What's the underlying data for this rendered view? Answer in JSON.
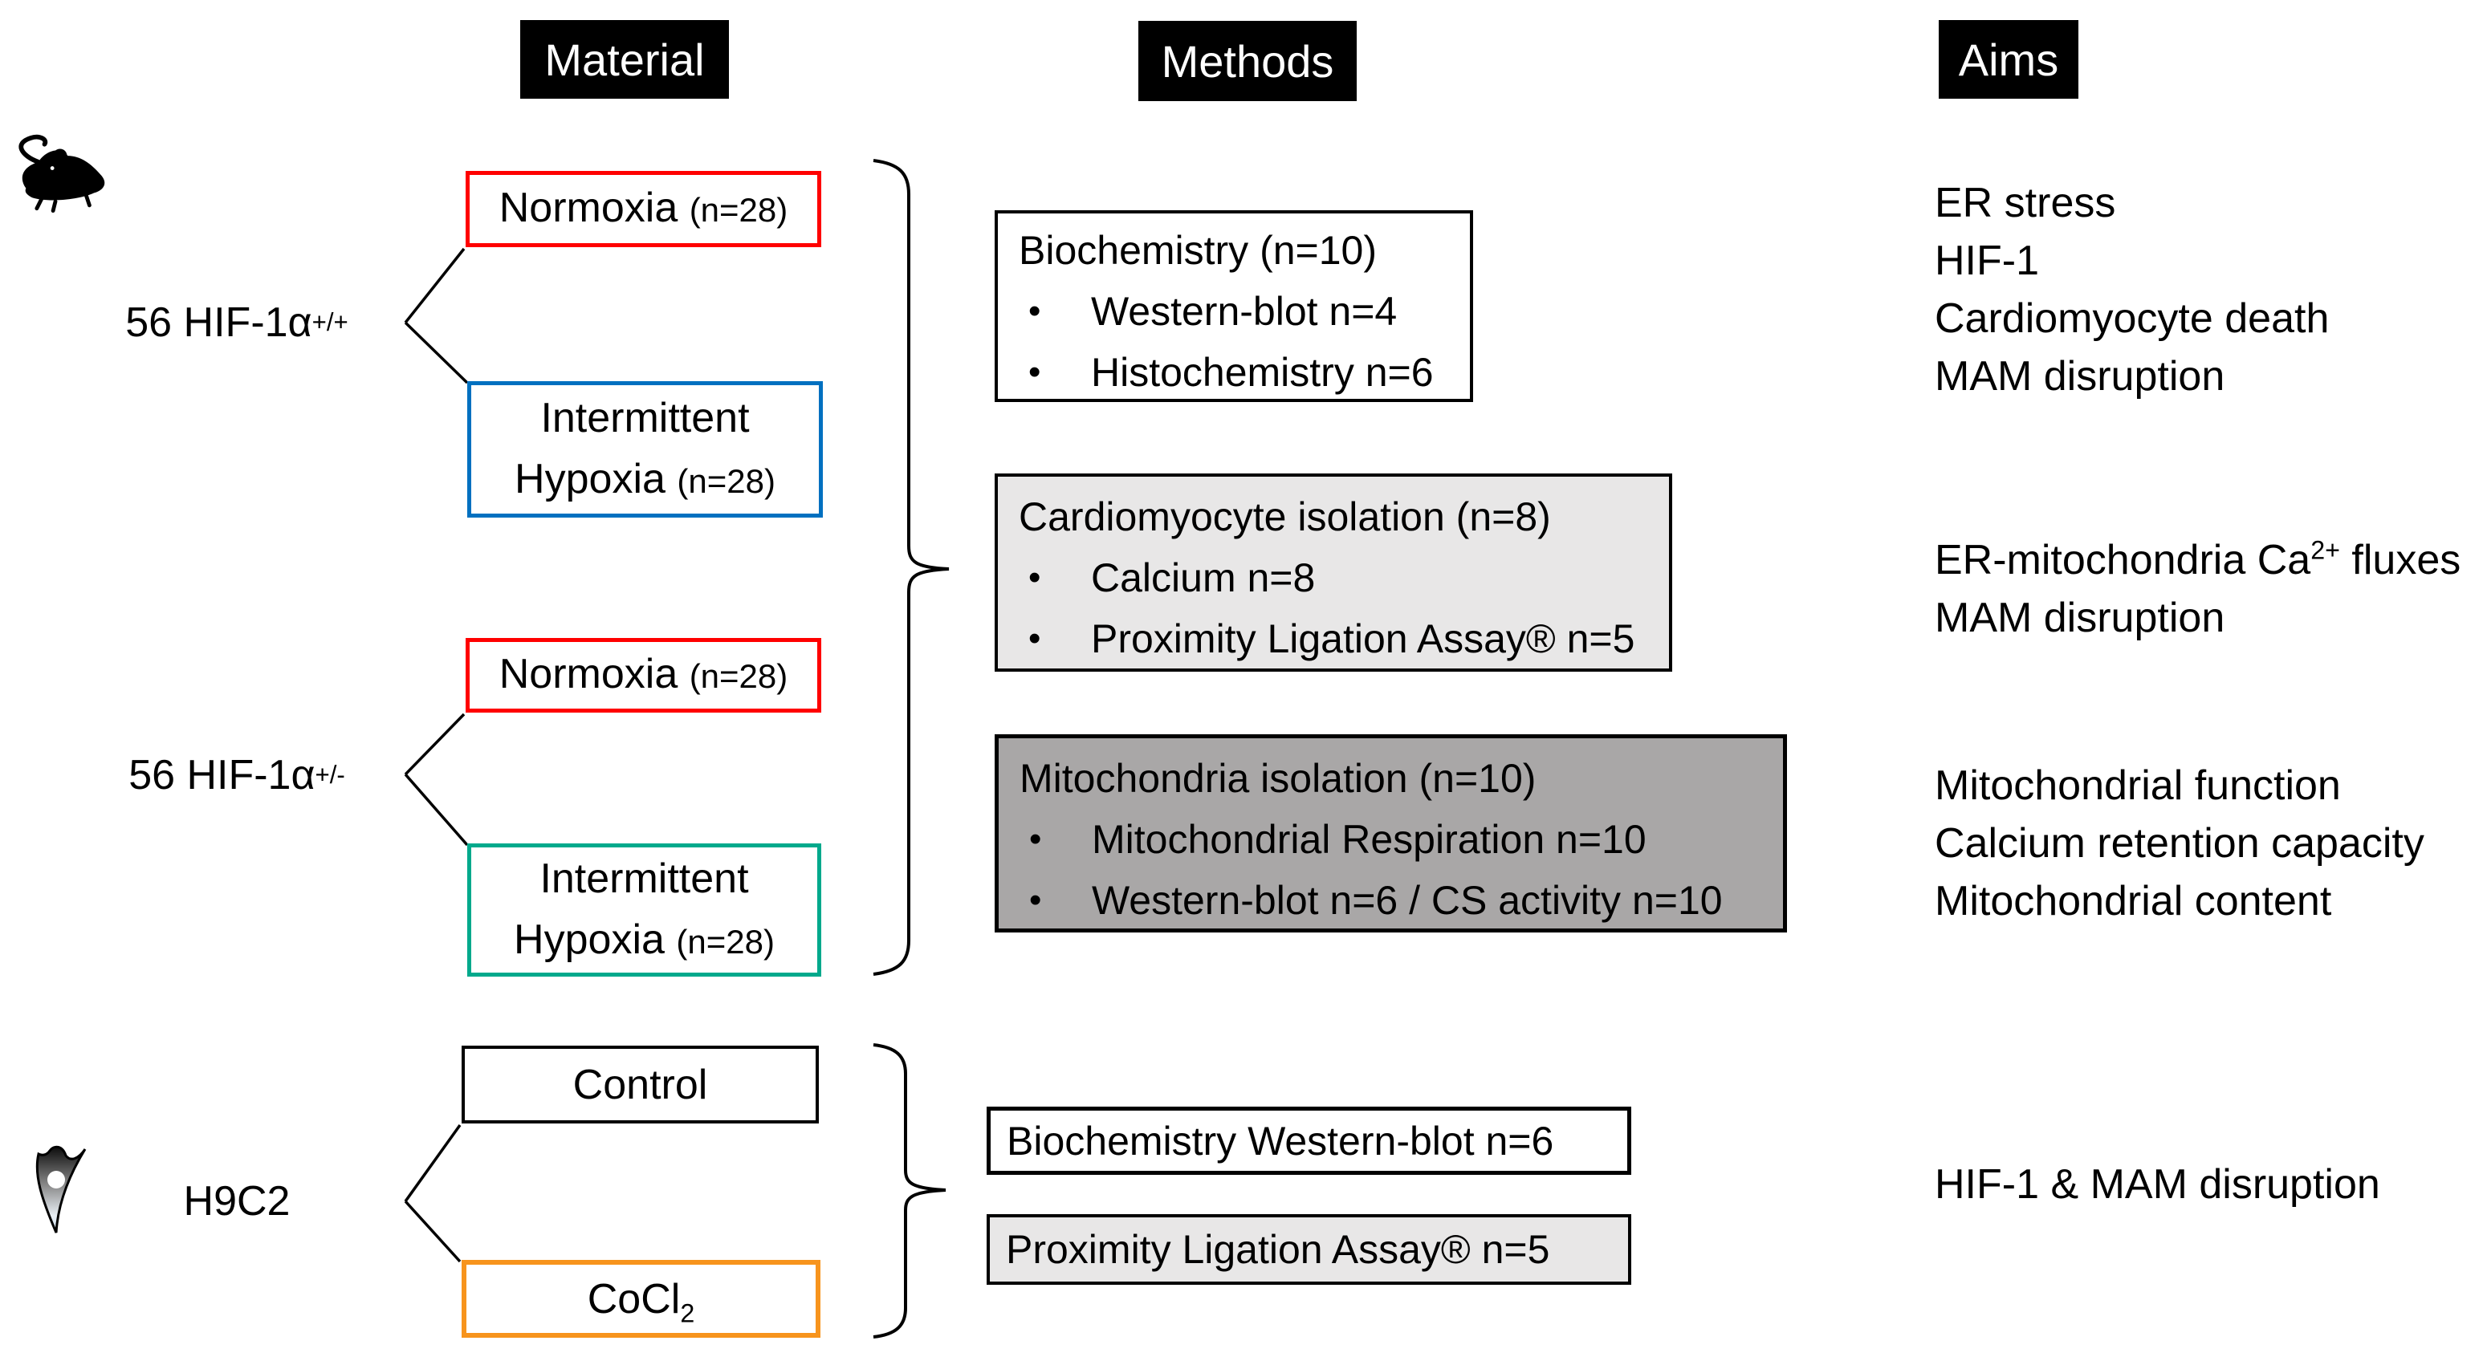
{
  "headers": {
    "material": "Material",
    "methods": "Methods",
    "aims": "Aims"
  },
  "material": {
    "groups": [
      {
        "label": "56 HIF-1α",
        "sup": "+/+"
      },
      {
        "label": "56 HIF-1α",
        "sup": "+/-"
      },
      {
        "label": "H9C2"
      }
    ],
    "boxes": [
      {
        "label": "Normoxia",
        "n": "(n=28)",
        "border": "#FF0000"
      },
      {
        "label": "Intermittent Hypoxia",
        "n": "(n=28)",
        "border": "#0070C0"
      },
      {
        "label": "Normoxia",
        "n": "(n=28)",
        "border": "#FF0000"
      },
      {
        "label": "Intermittent Hypoxia",
        "n": "(n=28)",
        "border": "#00A98C"
      },
      {
        "label": "Control",
        "border": "#000000"
      },
      {
        "label": "CoCl",
        "sub": "2",
        "border": "#F7941D"
      }
    ],
    "icons": [
      "mouse-icon",
      "cell-icon"
    ]
  },
  "methods": {
    "boxes": [
      {
        "title": "Biochemistry (n=10)",
        "bullets": [
          "Western-blot n=4",
          "Histochemistry n=6"
        ],
        "bg": "#FFFFFF"
      },
      {
        "title": "Cardiomyocyte isolation (n=8)",
        "bullets": [
          "Calcium n=8",
          "Proximity Ligation Assay® n=5"
        ],
        "bg": "#E8E7E7"
      },
      {
        "title": "Mitochondria isolation (n=10)",
        "bullets": [
          "Mitochondrial Respiration n=10",
          "Western-blot n=6 / CS activity n=10"
        ],
        "bg": "#A9A7A7"
      },
      {
        "title": "Biochemistry Western-blot n=6",
        "bg": "#FFFFFF"
      },
      {
        "title": "Proximity Ligation Assay® n=5",
        "bg": "#E8E7E7"
      }
    ],
    "bullet_glyph": "•"
  },
  "aims": {
    "block1": [
      "ER stress",
      "HIF-1",
      "Cardiomyocyte death",
      "MAM disruption"
    ],
    "block2": {
      "line1_pre": "ER-mitochondria Ca",
      "line1_sup": "2+",
      "line1_post": " fluxes",
      "line2": "MAM disruption"
    },
    "block3": [
      "Mitochondrial function",
      "Calcium retention capacity",
      "Mitochondrial content"
    ],
    "block4": "HIF-1 & MAM disruption"
  },
  "colors": {
    "header_bg": "#000000",
    "header_text": "#FFFFFF",
    "red": "#FF0000",
    "blue": "#0070C0",
    "teal": "#00A98C",
    "orange": "#F7941D",
    "gray_light": "#E8E7E7",
    "gray_dark": "#A9A7A7"
  }
}
